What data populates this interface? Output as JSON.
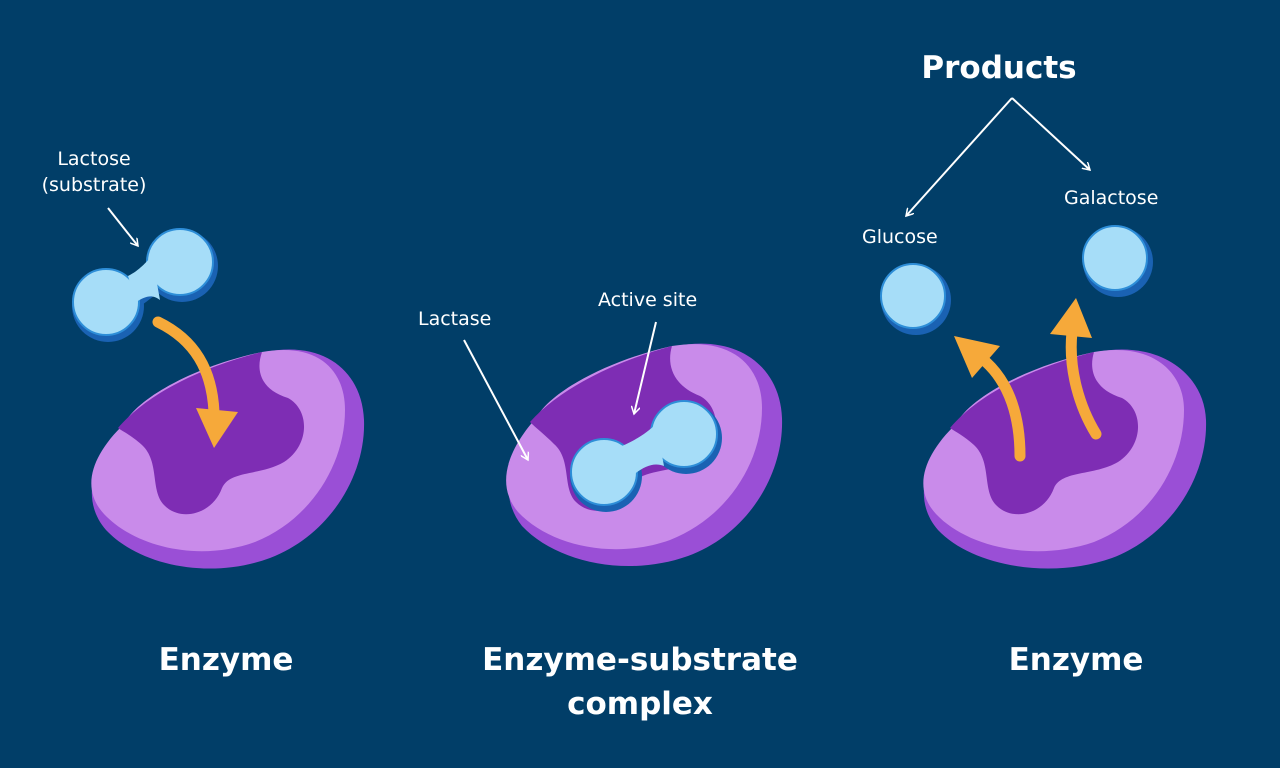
{
  "labels": {
    "lactose": "Lactose",
    "substrate": "(substrate)",
    "lactase": "Lactase",
    "active_site": "Active site",
    "products": "Products",
    "glucose": "Glucose",
    "galactose": "Galactose"
  },
  "captions": {
    "stage1": "Enzyme",
    "stage2_line1": "Enzyme-substrate",
    "stage2_line2": "complex",
    "stage3": "Enzyme"
  },
  "colors": {
    "background": "#013E68",
    "enzyme_light": "#C98BEA",
    "enzyme_dark": "#9A4FD6",
    "enzyme_site": "#7E2DB4",
    "molecule_light": "#A6DDF8",
    "molecule_dark": "#1A62B3",
    "molecule_outline": "#2E8ED8",
    "arrow_orange": "#F6A93A",
    "pointer_white": "#FFFFFF"
  }
}
